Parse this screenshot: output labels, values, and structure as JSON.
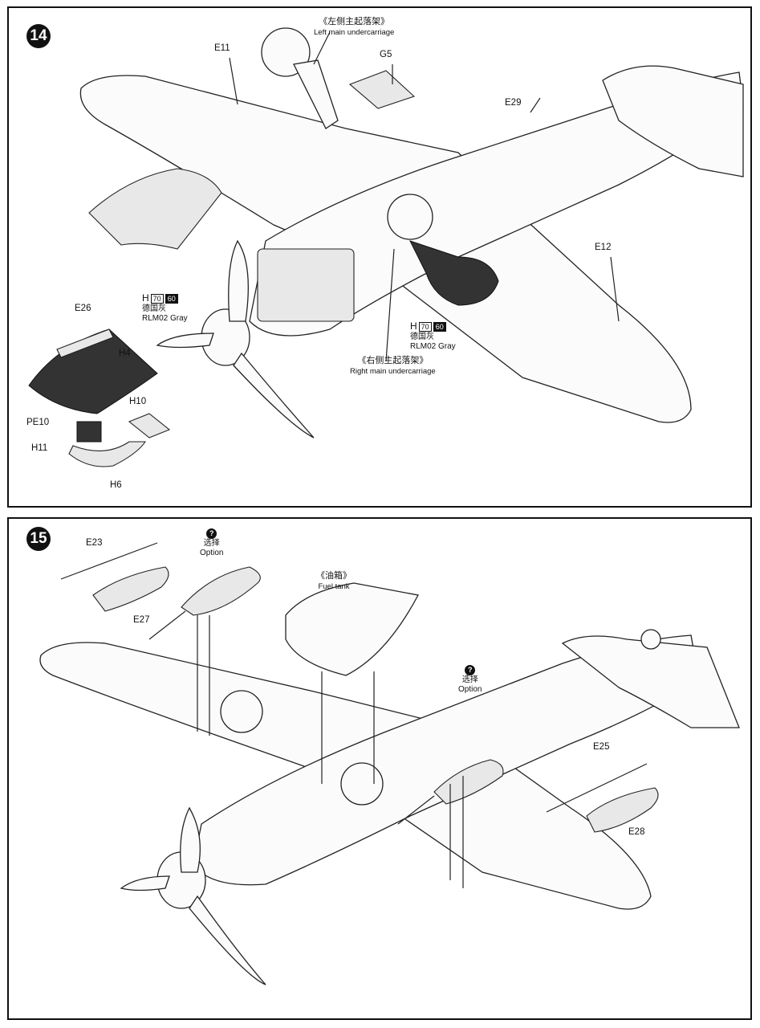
{
  "step14": {
    "number": "14",
    "labels": {
      "e11": "E11",
      "g5": "G5",
      "e29": "E29",
      "e12": "E12",
      "e26": "E26",
      "h4": "H4",
      "h10": "H10",
      "pe10": "PE10",
      "h11": "H11",
      "h6": "H6"
    },
    "left_main_cn": "《左侧主起落架》",
    "left_main_en": "Left main undercarriage",
    "right_main_cn": "《右侧主起落架》",
    "right_main_en": "Right main undercarriage",
    "paint1": {
      "code": "H",
      "b1": "70",
      "b2": "60",
      "cn": "德国灰",
      "en": "RLM02 Gray"
    },
    "paint2": {
      "code": "H",
      "b1": "70",
      "b2": "60",
      "cn": "德国灰",
      "en": "RLM02 Gray"
    }
  },
  "step15": {
    "number": "15",
    "labels": {
      "e23": "E23",
      "e27": "E27",
      "e25": "E25",
      "e28": "E28"
    },
    "option1": {
      "mark": "?",
      "cn": "选择",
      "en": "Option"
    },
    "option2": {
      "mark": "?",
      "cn": "选择",
      "en": "Option"
    },
    "fuel_tank_cn": "《油箱》",
    "fuel_tank_en": "Fuel tank"
  }
}
